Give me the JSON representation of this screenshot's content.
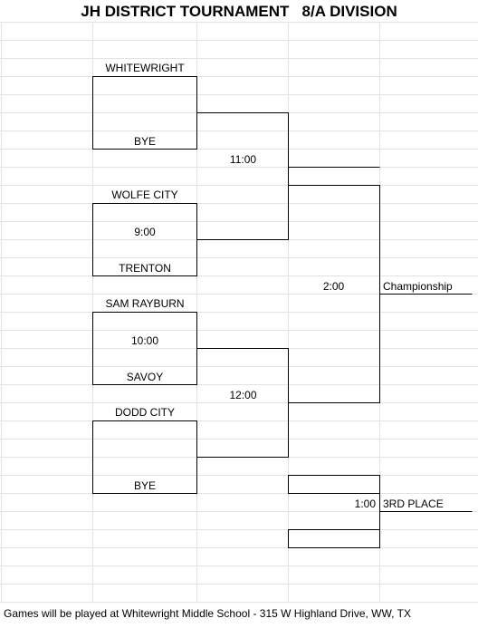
{
  "title": "JH DISTRICT TOURNAMENT   8/A DIVISION",
  "teams": {
    "t1": "WHITEWRIGHT",
    "t2": "BYE",
    "t3": "WOLFE CITY",
    "t4": "TRENTON",
    "t5": "SAM RAYBURN",
    "t6": "SAVOY",
    "t7": "DODD CITY",
    "t8": "BYE"
  },
  "times": {
    "game1": "9:00",
    "game2": "10:00",
    "semi1": "11:00",
    "semi2": "12:00",
    "final": "2:00",
    "third": "1:00"
  },
  "labels": {
    "championship": "Championship",
    "third_place": "3RD PLACE"
  },
  "footer": "Games will be played at Whitewright Middle School - 315 W Highland Drive, WW, TX"
}
